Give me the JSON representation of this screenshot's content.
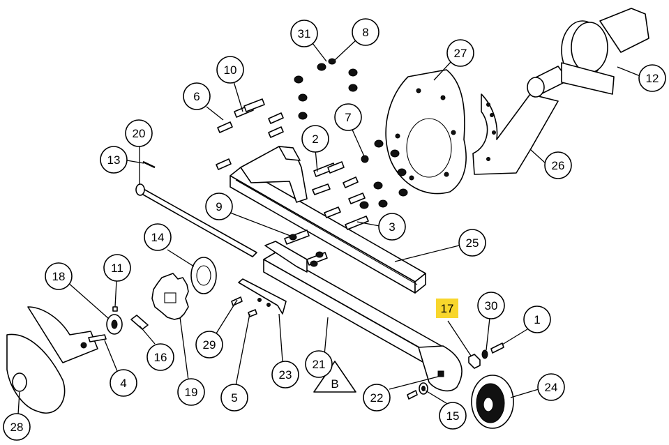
{
  "highlight_color": "#f8d62c",
  "callouts": [
    {
      "id": "c31",
      "label": "31"
    },
    {
      "id": "c8",
      "label": "8"
    },
    {
      "id": "c27",
      "label": "27"
    },
    {
      "id": "c12",
      "label": "12"
    },
    {
      "id": "c10",
      "label": "10"
    },
    {
      "id": "c6",
      "label": "6"
    },
    {
      "id": "c7",
      "label": "7"
    },
    {
      "id": "c20",
      "label": "20"
    },
    {
      "id": "c2",
      "label": "2"
    },
    {
      "id": "c13",
      "label": "13"
    },
    {
      "id": "c26",
      "label": "26"
    },
    {
      "id": "c9",
      "label": "9"
    },
    {
      "id": "c3",
      "label": "3"
    },
    {
      "id": "c14",
      "label": "14"
    },
    {
      "id": "c25",
      "label": "25"
    },
    {
      "id": "c18",
      "label": "18"
    },
    {
      "id": "c11",
      "label": "11"
    },
    {
      "id": "c17",
      "label": "17"
    },
    {
      "id": "c30",
      "label": "30"
    },
    {
      "id": "c1",
      "label": "1"
    },
    {
      "id": "c16",
      "label": "16"
    },
    {
      "id": "c29",
      "label": "29"
    },
    {
      "id": "c4",
      "label": "4"
    },
    {
      "id": "c21",
      "label": "21"
    },
    {
      "id": "c19",
      "label": "19"
    },
    {
      "id": "c5",
      "label": "5"
    },
    {
      "id": "c23",
      "label": "23"
    },
    {
      "id": "c22",
      "label": "22"
    },
    {
      "id": "c24",
      "label": "24"
    },
    {
      "id": "c15",
      "label": "15"
    },
    {
      "id": "c28",
      "label": "28"
    }
  ],
  "view_marker": {
    "label": "B"
  }
}
